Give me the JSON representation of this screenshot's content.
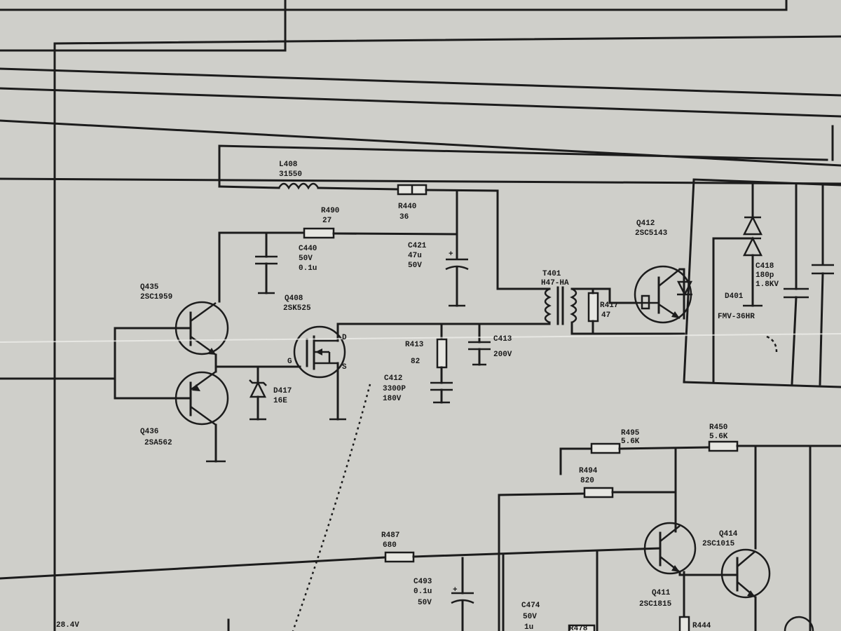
{
  "parts": {
    "l408": {
      "ref": "L408",
      "value": "31550"
    },
    "r440": {
      "ref": "R440",
      "value": "36"
    },
    "r490": {
      "ref": "R490",
      "value": "27"
    },
    "c440": {
      "ref": "C440",
      "voltage": "50V",
      "value": "0.1u"
    },
    "c421": {
      "ref": "C421",
      "value": "47u",
      "voltage": "50V"
    },
    "t401": {
      "ref": "T401",
      "value": "H47-HA"
    },
    "r417": {
      "ref": "R417",
      "value": "47"
    },
    "q412": {
      "ref": "Q412",
      "type": "2SC5143"
    },
    "d401": {
      "ref": "D401",
      "type": "FMV-36HR"
    },
    "c418": {
      "ref": "C418",
      "value": "180p",
      "voltage": "1.8KV"
    },
    "q435": {
      "ref": "Q435",
      "type": "2SC1959"
    },
    "q436": {
      "ref": "Q436",
      "type": "2SA562"
    },
    "q408": {
      "ref": "Q408",
      "type": "2SK525"
    },
    "d417": {
      "ref": "D417",
      "type": "16E"
    },
    "r413": {
      "ref": "R413",
      "value": "82"
    },
    "c413": {
      "ref": "C413",
      "voltage": "200V"
    },
    "c412": {
      "ref": "C412",
      "value": "3300P",
      "voltage": "180V"
    },
    "r495": {
      "ref": "R495",
      "value": "5.6K"
    },
    "r450": {
      "ref": "R450",
      "value": "5.6K"
    },
    "r494": {
      "ref": "R494",
      "value": "820"
    },
    "r487": {
      "ref": "R487",
      "value": "680"
    },
    "c493": {
      "ref": "C493",
      "value": "0.1u",
      "voltage": "50V"
    },
    "c474": {
      "ref": "C474",
      "voltage": "50V",
      "value": "1u"
    },
    "q411": {
      "ref": "Q411",
      "type": "2SC1815"
    },
    "q414": {
      "ref": "Q414",
      "type": "2SC1015"
    },
    "r444": {
      "ref": "R444"
    },
    "r478": {
      "ref": "R478"
    }
  },
  "pins": {
    "drain": "D",
    "gate": "G",
    "source": "S"
  },
  "supply": "28.4V"
}
